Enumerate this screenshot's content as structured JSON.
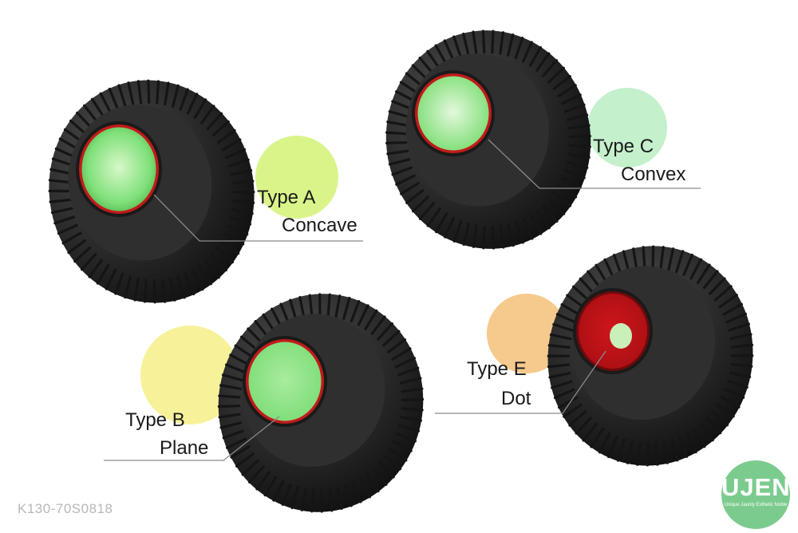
{
  "knobs": [
    {
      "id": "type-a",
      "label_type": "Type A",
      "label_shape": "Concave",
      "blob_color": "#d9f58a",
      "face_color": "#7fe07a",
      "face_highlight": "#d8f8c8",
      "ring_color": "#c21a1a"
    },
    {
      "id": "type-c",
      "label_type": "Type C",
      "label_shape": "Convex",
      "blob_color": "#c4f0cc",
      "face_color": "#86e07e",
      "face_highlight": "#e4f8dc",
      "ring_color": "#c21a1a"
    },
    {
      "id": "type-b",
      "label_type": "Type B",
      "label_shape": "Plane",
      "blob_color": "#f7f29a",
      "face_color": "#7bdc76",
      "face_highlight": "#a8ec9c",
      "ring_color": "#c21a1a"
    },
    {
      "id": "type-e",
      "label_type": "Type E",
      "label_shape": "Dot",
      "blob_color": "#f6c98c",
      "face_color": "#a80f14",
      "face_highlight": "#c8f0b8",
      "ring_color": "#6e0a0c"
    }
  ],
  "product_code": "K130-70S0818",
  "logo": {
    "wordmark": "UJEN",
    "tagline": "Unique Jaunty Esthetic Noble",
    "color": "#7ccb8e"
  },
  "colors": {
    "knob_body": "#2b2b2b",
    "knob_rib": "#151515",
    "leader_line": "#8a8a8a"
  }
}
